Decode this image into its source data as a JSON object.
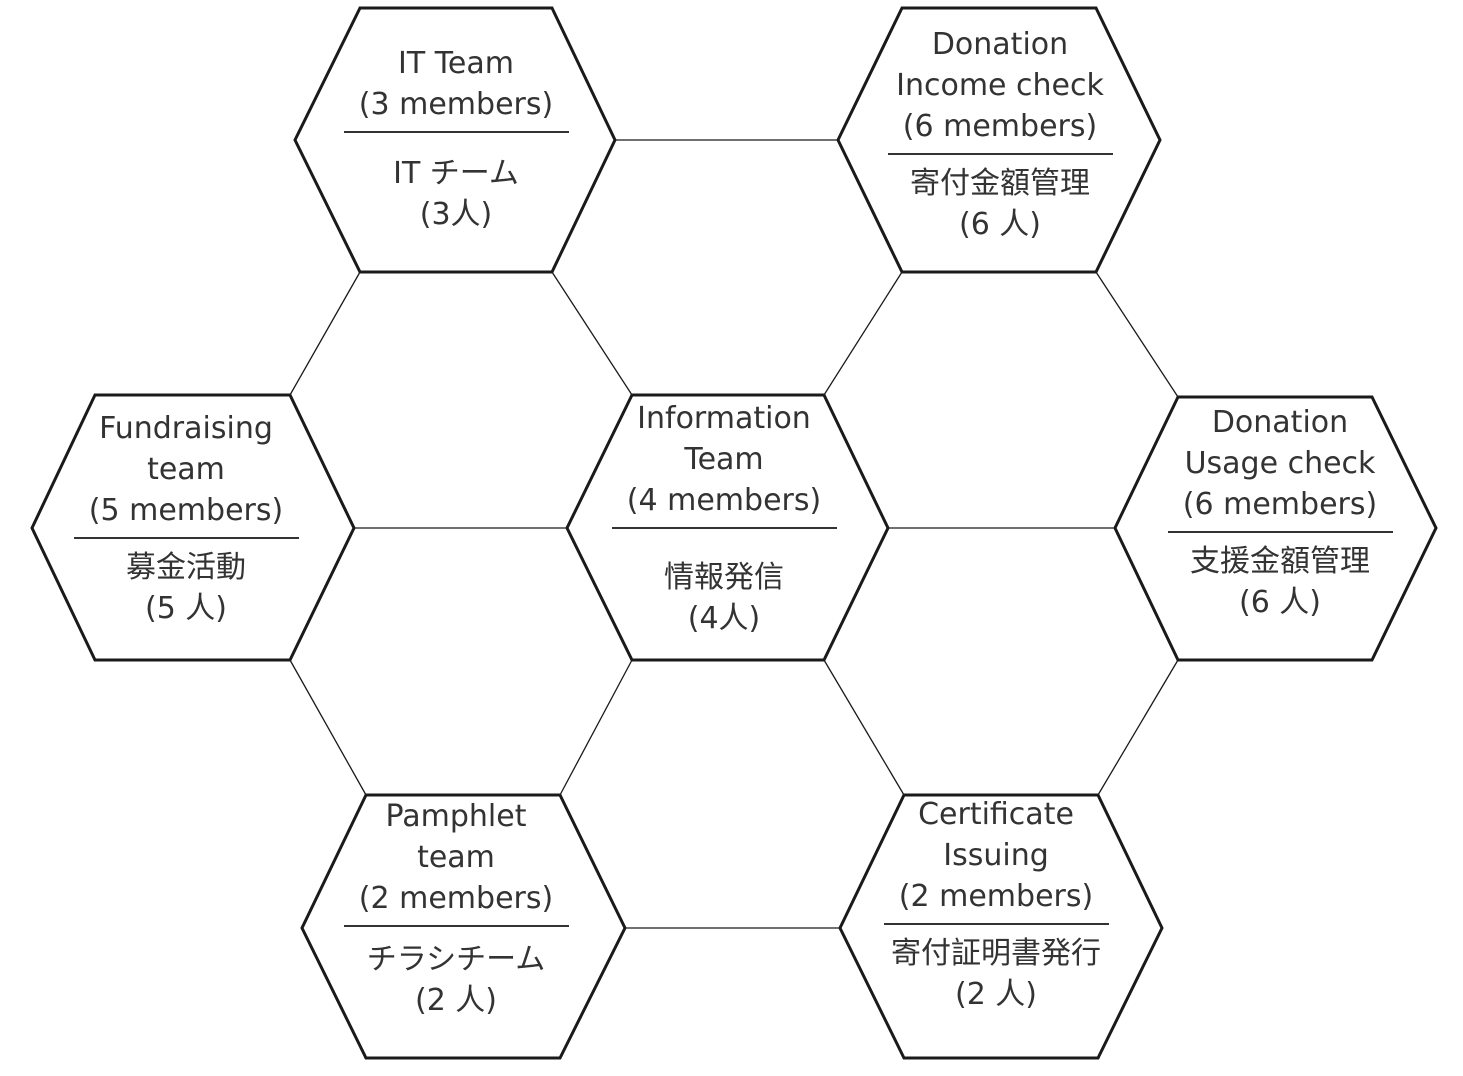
{
  "diagram": {
    "line_color": "#1a1a1a",
    "text_color": "#333333",
    "nodes": [
      {
        "id": "it",
        "en": [
          "IT Team",
          "(3 members)"
        ],
        "jp": [
          "IT チーム",
          "(3人)"
        ]
      },
      {
        "id": "donation_income",
        "en": [
          "Donation",
          "Income check",
          "(6 members)"
        ],
        "jp": [
          "寄付金額管理",
          "(6 人)"
        ]
      },
      {
        "id": "fundraising",
        "en": [
          "Fundraising",
          "team",
          "(5 members)"
        ],
        "jp": [
          "募金活動",
          "(5 人)"
        ]
      },
      {
        "id": "information",
        "en": [
          "Information",
          "Team",
          "(4 members)"
        ],
        "jp": [
          "情報発信",
          "(4人)"
        ]
      },
      {
        "id": "donation_usage",
        "en": [
          "Donation",
          "Usage check",
          "(6 members)"
        ],
        "jp": [
          "支援金額管理",
          "(6 人)"
        ]
      },
      {
        "id": "pamphlet",
        "en": [
          "Pamphlet",
          "team",
          "(2 members)"
        ],
        "jp": [
          "チラシチーム",
          "(2 人)"
        ]
      },
      {
        "id": "certificate",
        "en": [
          "Certificate",
          "Issuing",
          "(2 members)"
        ],
        "jp": [
          "寄付証明書発行",
          "(2 人)"
        ]
      }
    ]
  }
}
